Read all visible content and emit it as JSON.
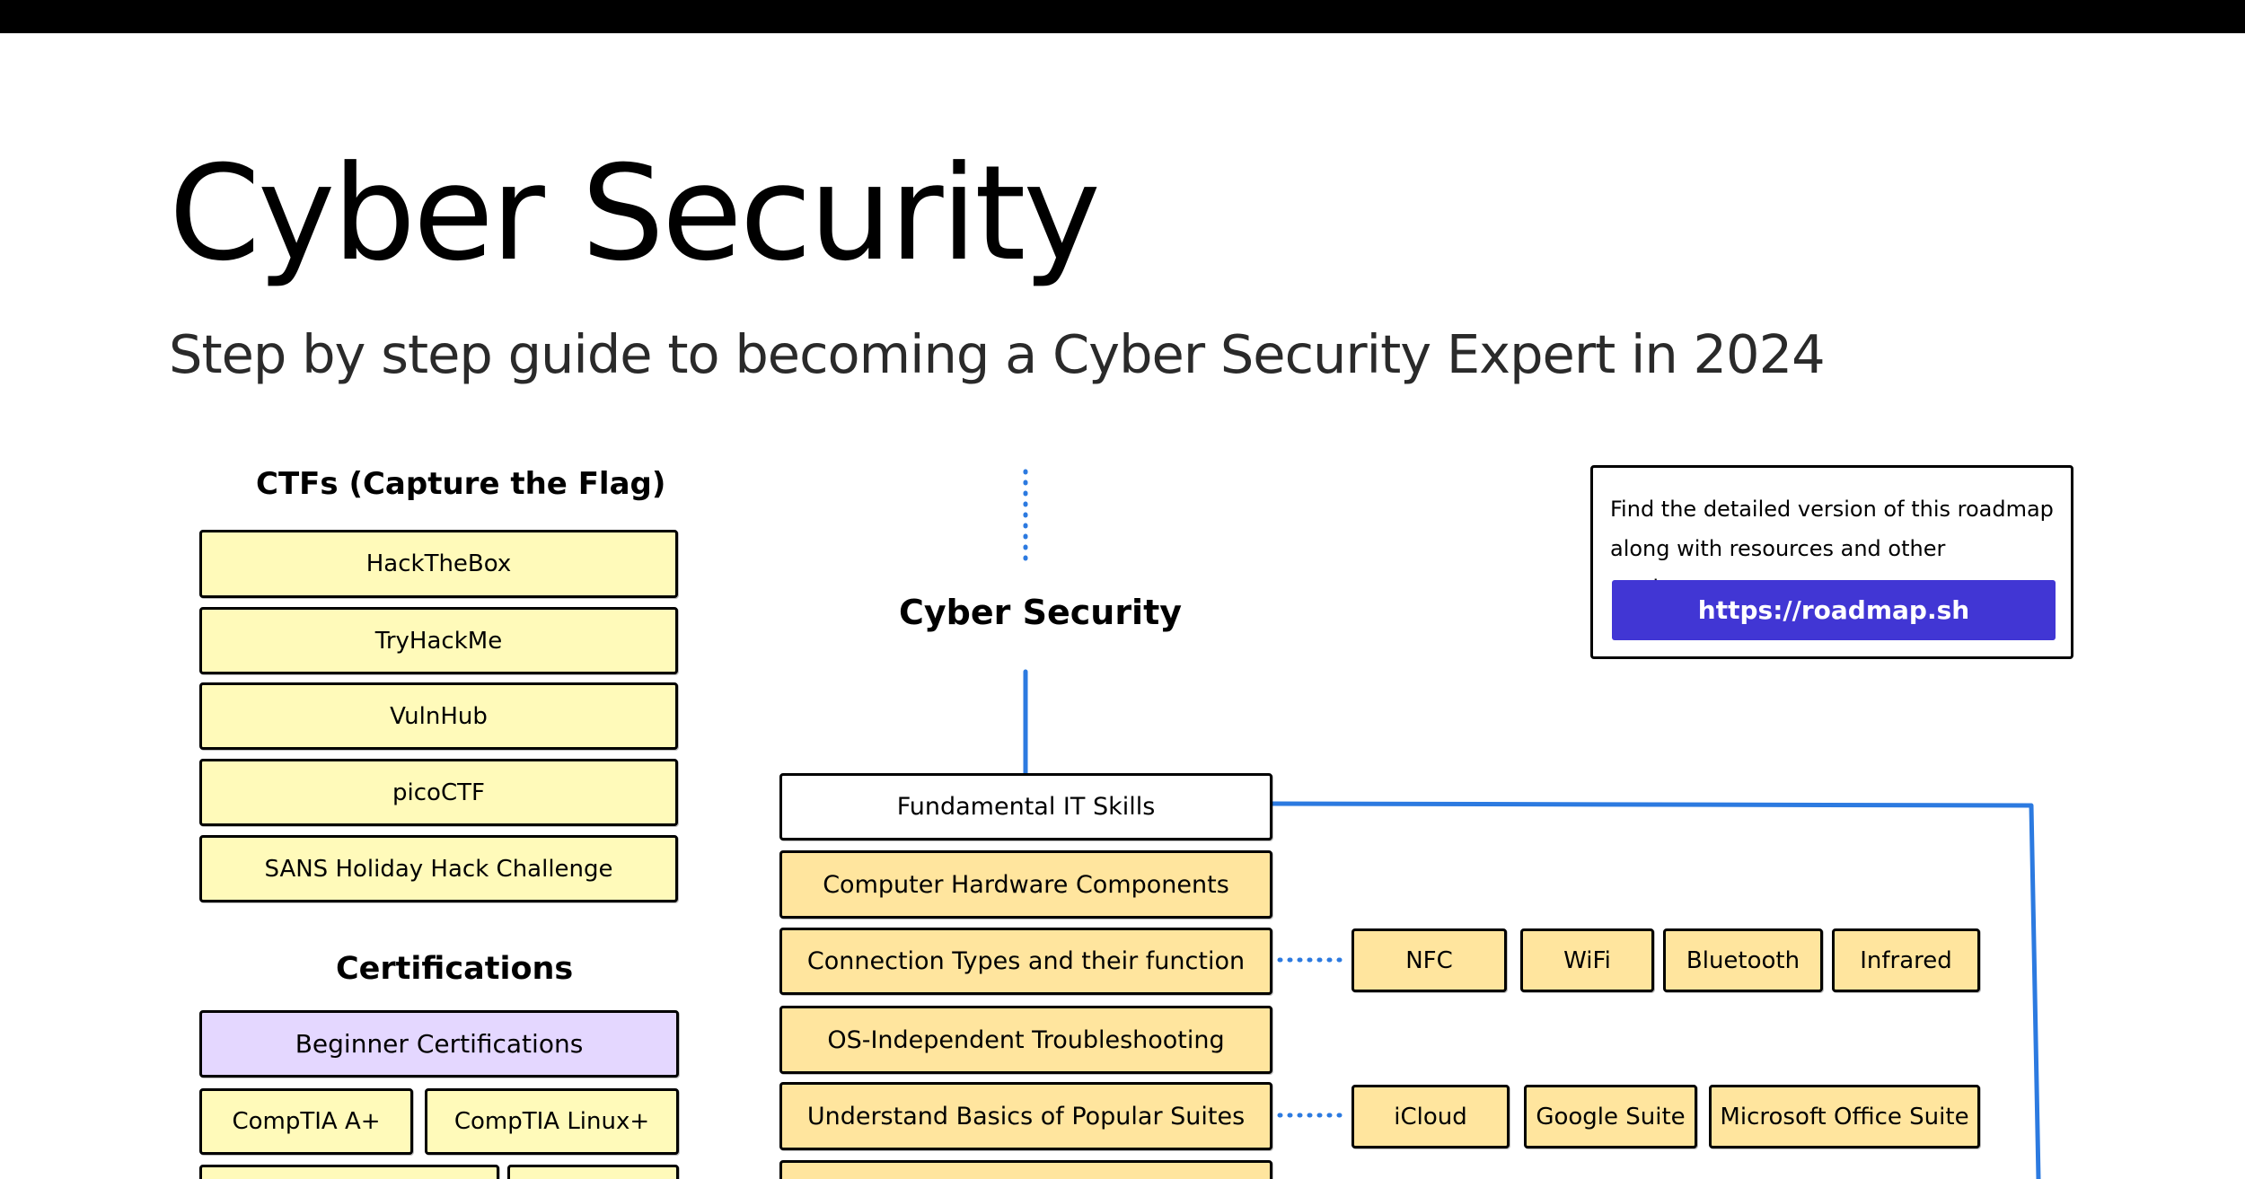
{
  "header": {
    "title": "Cyber Security",
    "subtitle": "Step by step guide to becoming a Cyber Security Expert in 2024"
  },
  "ctfs": {
    "heading": "CTFs (Capture the Flag)",
    "items": [
      "HackTheBox",
      "TryHackMe",
      "VulnHub",
      "picoCTF",
      "SANS Holiday Hack Challenge"
    ]
  },
  "certifications": {
    "heading": "Certifications",
    "group_label": "Beginner Certifications",
    "items": [
      "CompTIA A+",
      "CompTIA Linux+"
    ]
  },
  "roadmap": {
    "center_title": "Cyber Security",
    "root": "Fundamental IT Skills",
    "topics": [
      "Computer Hardware Components",
      "Connection Types and their function",
      "OS-Independent Troubleshooting",
      "Understand Basics of Popular Suites"
    ],
    "connection_types": [
      "NFC",
      "WiFi",
      "Bluetooth",
      "Infrared"
    ],
    "suites": [
      "iCloud",
      "Google Suite",
      "Microsoft Office Suite"
    ]
  },
  "info": {
    "text": "Find the detailed version of this roadmap along with resources and other roadmaps",
    "link_label": "https://roadmap.sh"
  },
  "colors": {
    "connector_blue": "#2c7ae0",
    "ctf_fill": "#fffaba",
    "topic_fill": "#ffe59e",
    "cert_head_fill": "#e4d7ff",
    "link_button": "#4136d4"
  }
}
